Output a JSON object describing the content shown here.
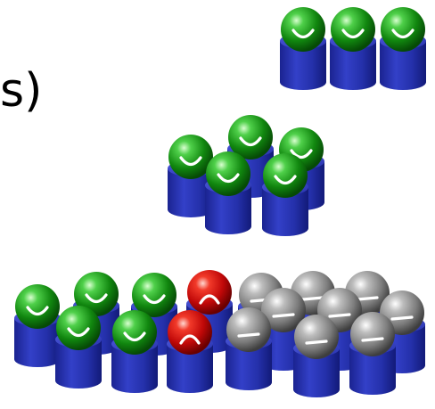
{
  "text_fragment": "s)",
  "colors": {
    "happy": "#1a9a1a",
    "sad": "#d81010",
    "neutral": "#8a8a8a",
    "cylinder": "#2a35b8",
    "background": "#ffffff"
  },
  "groups": [
    {
      "name": "top-row",
      "agents": [
        {
          "mood": "happy"
        },
        {
          "mood": "happy"
        },
        {
          "mood": "happy"
        }
      ]
    },
    {
      "name": "middle-cluster",
      "agents": [
        {
          "mood": "happy"
        },
        {
          "mood": "happy"
        },
        {
          "mood": "happy"
        },
        {
          "mood": "happy"
        },
        {
          "mood": "happy"
        }
      ]
    },
    {
      "name": "bottom-crowd",
      "agents": [
        {
          "mood": "happy"
        },
        {
          "mood": "happy"
        },
        {
          "mood": "happy"
        },
        {
          "mood": "sad"
        },
        {
          "mood": "neutral"
        },
        {
          "mood": "neutral"
        },
        {
          "mood": "neutral"
        },
        {
          "mood": "happy"
        },
        {
          "mood": "happy"
        },
        {
          "mood": "sad"
        },
        {
          "mood": "neutral"
        },
        {
          "mood": "neutral"
        },
        {
          "mood": "neutral"
        },
        {
          "mood": "neutral"
        },
        {
          "mood": "neutral"
        },
        {
          "mood": "neutral"
        }
      ]
    }
  ]
}
